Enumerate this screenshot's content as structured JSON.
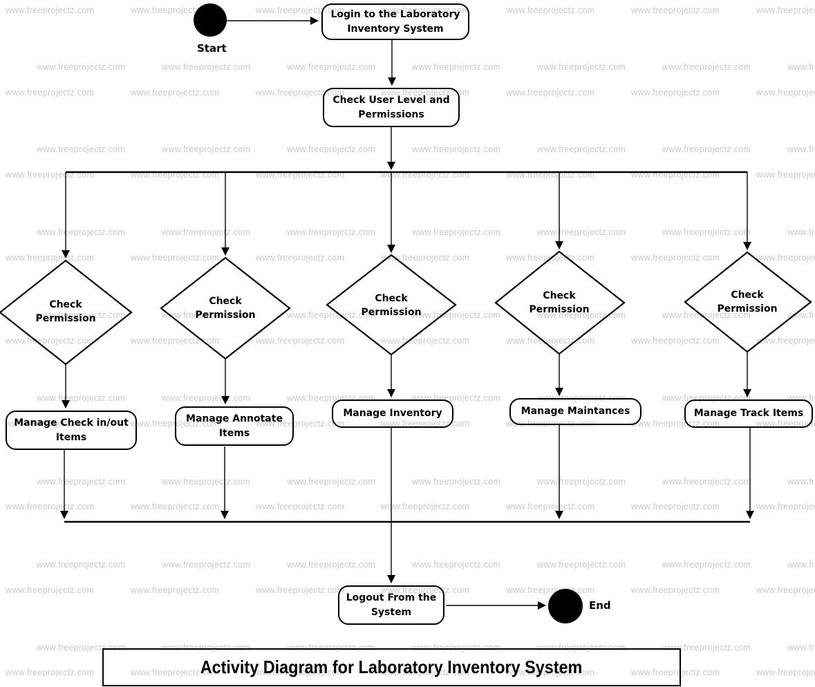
{
  "title": "Activity Diagram for Laboratory Inventory System",
  "watermark": {
    "text": "www.freeprojectz.com",
    "color": "#c8c8c8"
  },
  "colors": {
    "shape_stroke": "#000000",
    "node_text": "#000000",
    "background": "#ffffff",
    "terminator_fill": "#000000"
  },
  "flow": {
    "start_label": "Start",
    "end_label": "End",
    "login": "Login to the Laboratory Inventory System",
    "check_user": "Check User Level and Permissions",
    "decisions": [
      {
        "label": "Check Permission"
      },
      {
        "label": "Check Permission"
      },
      {
        "label": "Check Permission"
      },
      {
        "label": "Check Permission"
      },
      {
        "label": "Check Permission"
      }
    ],
    "actions": [
      {
        "label": "Manage Check in/out Items"
      },
      {
        "label": "Manage Annotate Items"
      },
      {
        "label": "Manage Inventory"
      },
      {
        "label": "Manage Maintances"
      },
      {
        "label": "Manage Track Items"
      }
    ],
    "logout": "Logout From the System"
  }
}
